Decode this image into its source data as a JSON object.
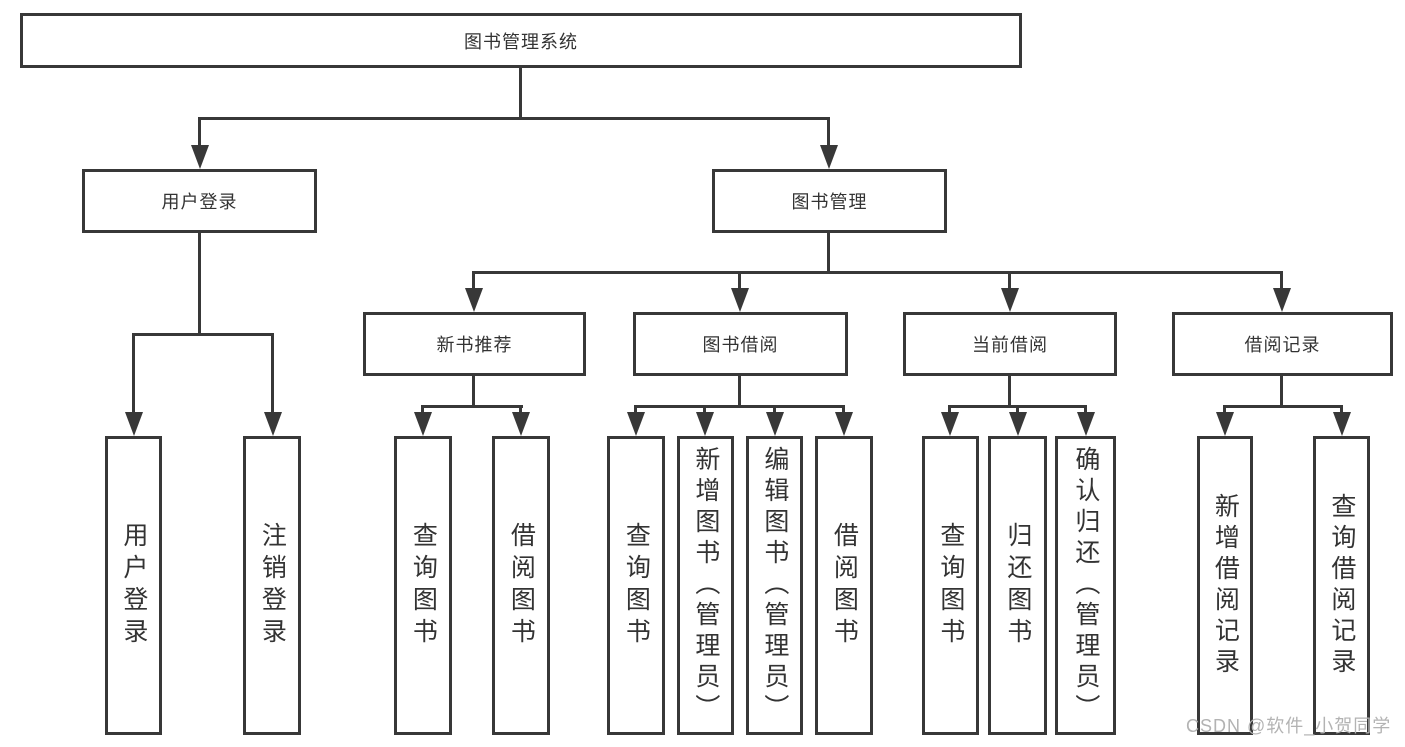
{
  "title": "图书管理系统",
  "watermark": "CSDN @软件_小贺同学",
  "colors": {
    "line": "#383838",
    "text": "#333333",
    "watermark": "#b3b3b3",
    "background": "#ffffff"
  },
  "nodes": {
    "root": {
      "label": "图书管理系统"
    },
    "level2": [
      {
        "label": "用户登录"
      },
      {
        "label": "图书管理"
      }
    ],
    "level3": [
      {
        "label": "新书推荐",
        "parent": "图书管理"
      },
      {
        "label": "图书借阅",
        "parent": "图书管理"
      },
      {
        "label": "当前借阅",
        "parent": "图书管理"
      },
      {
        "label": "借阅记录",
        "parent": "图书管理"
      }
    ],
    "leaves": [
      {
        "label": "用户登录",
        "parent": "用户登录"
      },
      {
        "label": "注销登录",
        "parent": "用户登录"
      },
      {
        "label": "查询图书",
        "parent": "新书推荐"
      },
      {
        "label": "借阅图书",
        "parent": "新书推荐"
      },
      {
        "label": "查询图书",
        "parent": "图书借阅"
      },
      {
        "label": "新增图书（管理员）",
        "parent": "图书借阅"
      },
      {
        "label": "编辑图书（管理员）",
        "parent": "图书借阅"
      },
      {
        "label": "借阅图书",
        "parent": "图书借阅"
      },
      {
        "label": "查询图书",
        "parent": "当前借阅"
      },
      {
        "label": "归还图书",
        "parent": "当前借阅"
      },
      {
        "label": "确认归还（管理员）",
        "parent": "当前借阅"
      },
      {
        "label": "新增借阅记录",
        "parent": "借阅记录"
      },
      {
        "label": "查询借阅记录",
        "parent": "借阅记录"
      }
    ]
  }
}
